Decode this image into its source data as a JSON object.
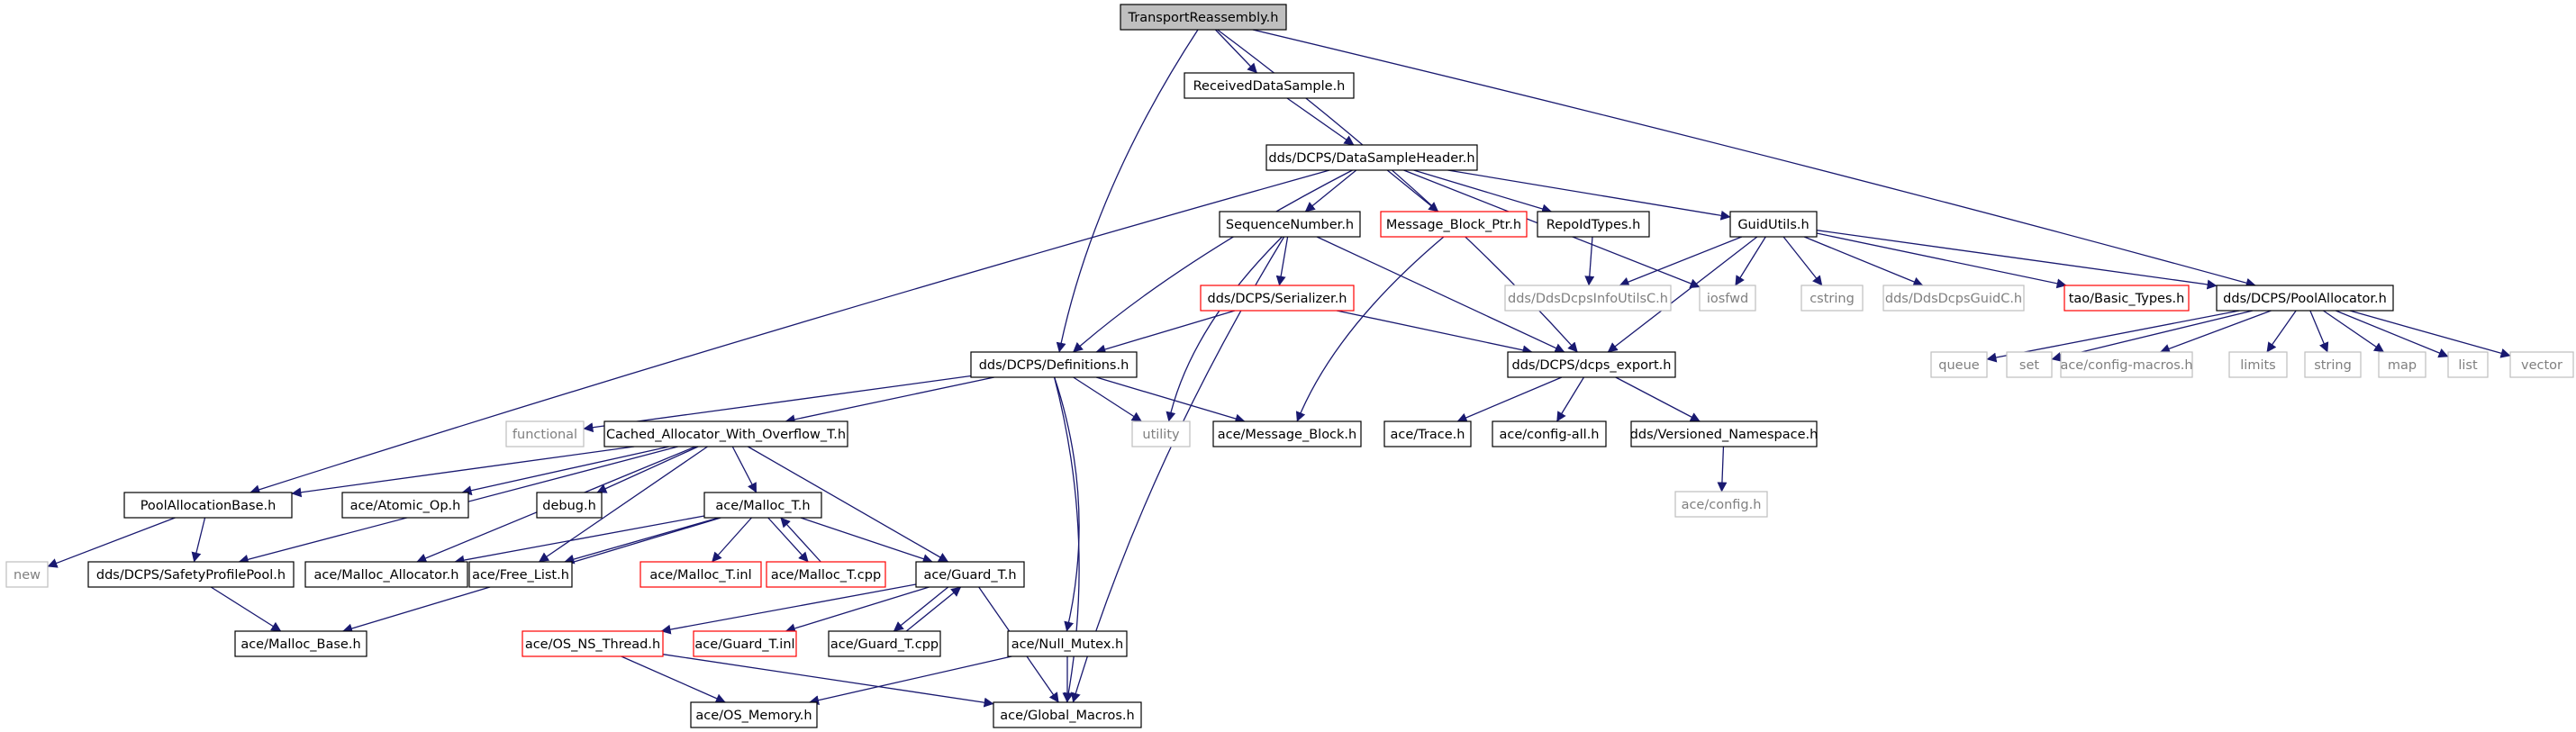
{
  "graph": {
    "colors": {
      "edge": "#191970",
      "node_border": "#000000",
      "root_fill": "#bfbfbf",
      "missing_border": "#ff0000",
      "external_border": "#bfbfbf",
      "external_text": "#7f7f7f",
      "text": "#000000"
    },
    "nodes": [
      {
        "id": "n0",
        "label": "TransportReassembly.h",
        "kind": "root"
      },
      {
        "id": "n1",
        "label": "ReceivedDataSample.h",
        "kind": "normal"
      },
      {
        "id": "n2",
        "label": "dds/DCPS/DataSampleHeader.h",
        "kind": "normal"
      },
      {
        "id": "n3",
        "label": "SequenceNumber.h",
        "kind": "normal"
      },
      {
        "id": "n4",
        "label": "Message_Block_Ptr.h",
        "kind": "missing"
      },
      {
        "id": "n5",
        "label": "RepoIdTypes.h",
        "kind": "normal"
      },
      {
        "id": "n6",
        "label": "GuidUtils.h",
        "kind": "normal"
      },
      {
        "id": "n7",
        "label": "dds/DCPS/Serializer.h",
        "kind": "missing"
      },
      {
        "id": "n8",
        "label": "dds/DdsDcpsInfoUtilsC.h",
        "kind": "external"
      },
      {
        "id": "n9",
        "label": "iosfwd",
        "kind": "external"
      },
      {
        "id": "n10",
        "label": "cstring",
        "kind": "external"
      },
      {
        "id": "n11",
        "label": "dds/DdsDcpsGuidC.h",
        "kind": "external"
      },
      {
        "id": "n12",
        "label": "tao/Basic_Types.h",
        "kind": "missing"
      },
      {
        "id": "n13",
        "label": "dds/DCPS/PoolAllocator.h",
        "kind": "normal"
      },
      {
        "id": "n14",
        "label": "dds/DCPS/Definitions.h",
        "kind": "normal"
      },
      {
        "id": "n15",
        "label": "dds/DCPS/dcps_export.h",
        "kind": "normal"
      },
      {
        "id": "n16",
        "label": "queue",
        "kind": "external"
      },
      {
        "id": "n17",
        "label": "set",
        "kind": "external"
      },
      {
        "id": "n18",
        "label": "ace/config-macros.h",
        "kind": "external"
      },
      {
        "id": "n19",
        "label": "limits",
        "kind": "external"
      },
      {
        "id": "n20",
        "label": "string",
        "kind": "external"
      },
      {
        "id": "n21",
        "label": "map",
        "kind": "external"
      },
      {
        "id": "n22",
        "label": "list",
        "kind": "external"
      },
      {
        "id": "n23",
        "label": "vector",
        "kind": "external"
      },
      {
        "id": "n24",
        "label": "functional",
        "kind": "external"
      },
      {
        "id": "n25",
        "label": "Cached_Allocator_With_Overflow_T.h",
        "kind": "normal"
      },
      {
        "id": "n26",
        "label": "utility",
        "kind": "external"
      },
      {
        "id": "n27",
        "label": "ace/Message_Block.h",
        "kind": "normal"
      },
      {
        "id": "n28",
        "label": "ace/Trace.h",
        "kind": "normal"
      },
      {
        "id": "n29",
        "label": "ace/config-all.h",
        "kind": "normal"
      },
      {
        "id": "n30",
        "label": "dds/Versioned_Namespace.h",
        "kind": "normal"
      },
      {
        "id": "n31",
        "label": "ace/config.h",
        "kind": "external"
      },
      {
        "id": "n32",
        "label": "PoolAllocationBase.h",
        "kind": "normal"
      },
      {
        "id": "n33",
        "label": "ace/Atomic_Op.h",
        "kind": "normal"
      },
      {
        "id": "n34",
        "label": "debug.h",
        "kind": "normal"
      },
      {
        "id": "n35",
        "label": "ace/Malloc_T.h",
        "kind": "normal"
      },
      {
        "id": "n36",
        "label": "new",
        "kind": "external"
      },
      {
        "id": "n37",
        "label": "dds/DCPS/SafetyProfilePool.h",
        "kind": "normal"
      },
      {
        "id": "n38",
        "label": "ace/Malloc_Allocator.h",
        "kind": "normal"
      },
      {
        "id": "n39",
        "label": "ace/Free_List.h",
        "kind": "normal"
      },
      {
        "id": "n40",
        "label": "ace/Malloc_T.inl",
        "kind": "missing"
      },
      {
        "id": "n41",
        "label": "ace/Malloc_T.cpp",
        "kind": "missing"
      },
      {
        "id": "n42",
        "label": "ace/Guard_T.h",
        "kind": "normal"
      },
      {
        "id": "n43",
        "label": "ace/Malloc_Base.h",
        "kind": "normal"
      },
      {
        "id": "n44",
        "label": "ace/OS_NS_Thread.h",
        "kind": "missing"
      },
      {
        "id": "n45",
        "label": "ace/Guard_T.inl",
        "kind": "missing"
      },
      {
        "id": "n46",
        "label": "ace/Guard_T.cpp",
        "kind": "normal"
      },
      {
        "id": "n47",
        "label": "ace/Null_Mutex.h",
        "kind": "normal"
      },
      {
        "id": "n48",
        "label": "ace/OS_Memory.h",
        "kind": "normal"
      },
      {
        "id": "n49",
        "label": "ace/Global_Macros.h",
        "kind": "normal"
      }
    ],
    "edges": [
      [
        "n0",
        "n1"
      ],
      [
        "n0",
        "n14"
      ],
      [
        "n0",
        "n15"
      ],
      [
        "n0",
        "n13"
      ],
      [
        "n1",
        "n2"
      ],
      [
        "n2",
        "n3"
      ],
      [
        "n2",
        "n4"
      ],
      [
        "n2",
        "n5"
      ],
      [
        "n2",
        "n6"
      ],
      [
        "n2",
        "n14"
      ],
      [
        "n2",
        "n32"
      ],
      [
        "n2",
        "n9"
      ],
      [
        "n3",
        "n7"
      ],
      [
        "n3",
        "n15"
      ],
      [
        "n3",
        "n26"
      ],
      [
        "n3",
        "n49"
      ],
      [
        "n4",
        "n27"
      ],
      [
        "n5",
        "n8"
      ],
      [
        "n6",
        "n8"
      ],
      [
        "n6",
        "n9"
      ],
      [
        "n6",
        "n10"
      ],
      [
        "n6",
        "n11"
      ],
      [
        "n6",
        "n12"
      ],
      [
        "n6",
        "n13"
      ],
      [
        "n6",
        "n15"
      ],
      [
        "n7",
        "n14"
      ],
      [
        "n7",
        "n15"
      ],
      [
        "n13",
        "n16"
      ],
      [
        "n13",
        "n17"
      ],
      [
        "n13",
        "n18"
      ],
      [
        "n13",
        "n19"
      ],
      [
        "n13",
        "n20"
      ],
      [
        "n13",
        "n21"
      ],
      [
        "n13",
        "n22"
      ],
      [
        "n13",
        "n23"
      ],
      [
        "n14",
        "n24"
      ],
      [
        "n14",
        "n25"
      ],
      [
        "n14",
        "n26"
      ],
      [
        "n14",
        "n27"
      ],
      [
        "n14",
        "n47"
      ],
      [
        "n14",
        "n49"
      ],
      [
        "n15",
        "n28"
      ],
      [
        "n15",
        "n29"
      ],
      [
        "n15",
        "n30"
      ],
      [
        "n30",
        "n31"
      ],
      [
        "n25",
        "n32"
      ],
      [
        "n25",
        "n33"
      ],
      [
        "n25",
        "n34"
      ],
      [
        "n25",
        "n35"
      ],
      [
        "n25",
        "n42"
      ],
      [
        "n25",
        "n37"
      ],
      [
        "n25",
        "n38"
      ],
      [
        "n25",
        "n39"
      ],
      [
        "n32",
        "n36"
      ],
      [
        "n32",
        "n37"
      ],
      [
        "n37",
        "n43"
      ],
      [
        "n35",
        "n38"
      ],
      [
        "n35",
        "n39"
      ],
      [
        "n35",
        "n40"
      ],
      [
        "n35",
        "n41"
      ],
      [
        "n35",
        "n42"
      ],
      [
        "n35",
        "n43"
      ],
      [
        "n41",
        "n35"
      ],
      [
        "n42",
        "n44"
      ],
      [
        "n42",
        "n45"
      ],
      [
        "n42",
        "n46"
      ],
      [
        "n42",
        "n49"
      ],
      [
        "n46",
        "n42"
      ],
      [
        "n44",
        "n48"
      ],
      [
        "n44",
        "n49"
      ],
      [
        "n47",
        "n48"
      ],
      [
        "n47",
        "n49"
      ]
    ]
  }
}
